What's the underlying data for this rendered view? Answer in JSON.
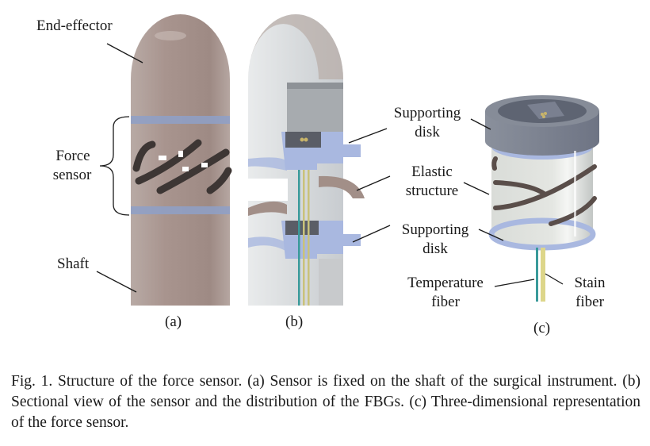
{
  "figure": {
    "panels": [
      {
        "id": "a",
        "sublabel": "(a)",
        "description": "Sensor fixed on instrument shaft",
        "labels": {
          "end_effector": "End-effector",
          "force_sensor_line1": "Force",
          "force_sensor_line2": "sensor",
          "shaft": "Shaft"
        }
      },
      {
        "id": "b",
        "sublabel": "(b)",
        "description": "Sectional view",
        "labels": {
          "supporting_disk_top_line1": "Supporting",
          "supporting_disk_top_line2": "disk",
          "elastic_line1": "Elastic",
          "elastic_line2": "structure",
          "supporting_disk_bottom_line1": "Supporting",
          "supporting_disk_bottom_line2": "disk",
          "temperature_line1": "Temperature",
          "temperature_line2": "fiber"
        }
      },
      {
        "id": "c",
        "sublabel": "(c)",
        "description": "Three-dimensional representation",
        "labels": {
          "stain_line1": "Stain",
          "stain_line2": "fiber"
        }
      }
    ],
    "colors": {
      "shaft": "#a89690",
      "band": "#8ea0c8",
      "white_body": "#dfe1e3",
      "blue_disk": "#a9b8e0",
      "dark_disk": "#7d8494",
      "slot": "#4a4240",
      "fiber_yellow": "#c9c27a",
      "fiber_teal": "#3a9a9a"
    }
  },
  "caption": {
    "text": "Fig. 1.   Structure of the force sensor. (a) Sensor is fixed on the shaft of the surgical instrument. (b) Sectional view of the sensor and the distribution of the FBGs. (c) Three-dimensional representation of the force sensor."
  }
}
